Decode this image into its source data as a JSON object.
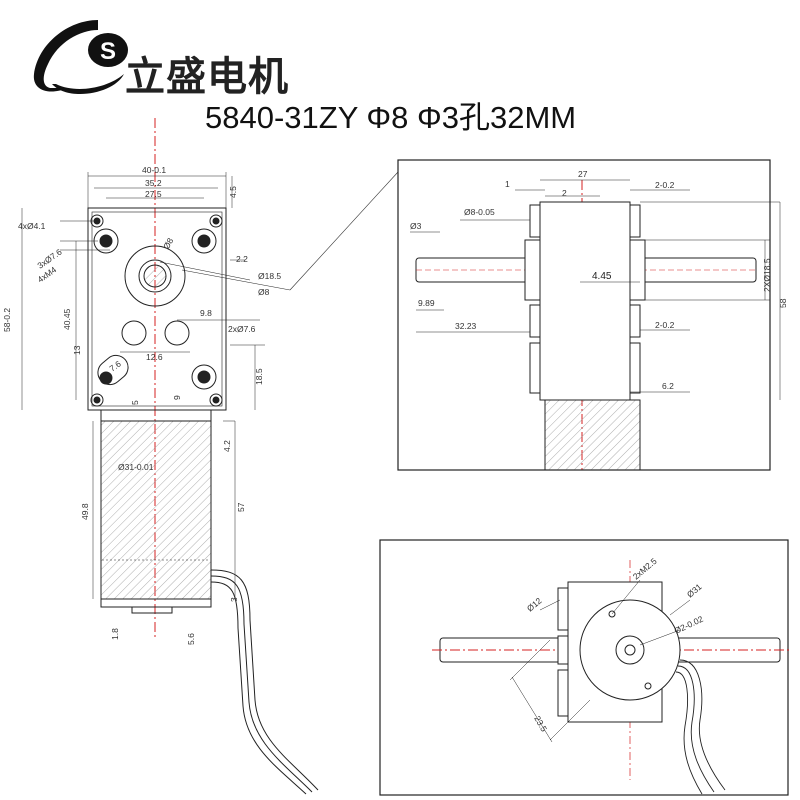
{
  "brand": {
    "name": "立盛电机",
    "logo_letter": "S"
  },
  "model": "5840-31ZY Φ8 Φ3孔32MM",
  "front_view": {
    "dims": {
      "width_total": "40-0.1",
      "width_inner": "35.2",
      "width_hole": "27.5",
      "top_offset": "4.5",
      "height_total": "58-0.2",
      "height_holes": "40.45",
      "mount_holes": "4xØ4.1",
      "mount_holes_2": "3xØ7.6",
      "thread": "4xM4",
      "shaft_dia": "Ø8",
      "shaft_label": "Ø8",
      "boss_dia": "Ø18.5",
      "offset_2_2": "2.2",
      "hole_pair": "2xØ7.6",
      "spacing_9_8": "9.8",
      "spacing_12_6": "12.6",
      "slot_13": "13",
      "slot_7_6": "7.6",
      "bottom_18_5": "18.5",
      "bottom_5": "5",
      "bottom_9": "9",
      "motor_dia": "Ø31-0.01",
      "motor_len": "49.8",
      "motor_total": "57",
      "gap_4_2": "4.2",
      "bottom_3": "3",
      "bottom_1_8": "1.8",
      "bottom_5_6": "5.6"
    }
  },
  "side_view": {
    "dims": {
      "d27": "27",
      "d1": "1",
      "d2": "2",
      "d2_0_2_top": "2-0.2",
      "d3": "Ø3",
      "d8": "Ø8-0.05",
      "d4_45": "4.45",
      "d2x18_5": "2XØ18.5",
      "d58": "58",
      "d9_89": "9.89",
      "d32_23": "32.23",
      "d2_0_2_mid": "2-0.2",
      "d6_2": "6.2"
    }
  },
  "bottom_view": {
    "dims": {
      "thread": "2xM2.5",
      "d12": "Ø12",
      "d31": "Ø31",
      "d2_0_02": "Ø2-0.02",
      "d23_5": "23.5"
    }
  },
  "colors": {
    "line": "#222222",
    "centerline": "#d62020",
    "hatch": "#888888"
  }
}
